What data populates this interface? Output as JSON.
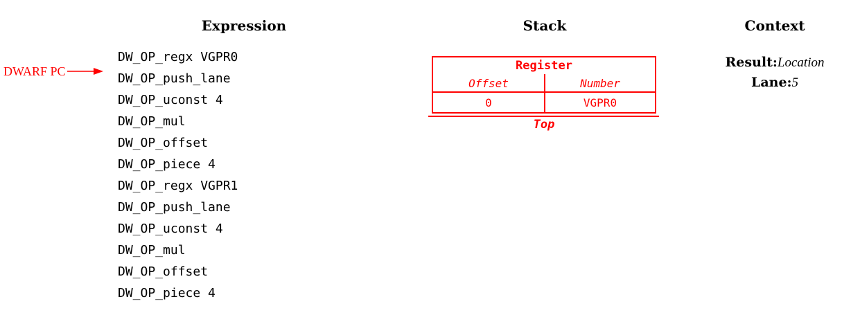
{
  "colors": {
    "accent": "#ff0000",
    "text": "#000000",
    "background": "#ffffff"
  },
  "columns": {
    "expression_title": "Expression",
    "stack_title": "Stack",
    "context_title": "Context"
  },
  "pc_marker": {
    "label": "DWARF PC"
  },
  "expression": {
    "items": [
      "DW_OP_regx VGPR0",
      "DW_OP_push_lane",
      "DW_OP_uconst 4",
      "DW_OP_mul",
      "DW_OP_offset",
      "DW_OP_piece 4",
      "DW_OP_regx VGPR1",
      "DW_OP_push_lane",
      "DW_OP_uconst 4",
      "DW_OP_mul",
      "DW_OP_offset",
      "DW_OP_piece 4"
    ]
  },
  "stack": {
    "entry": {
      "title": "Register",
      "columns": [
        "Offset",
        "Number"
      ],
      "values": [
        "0",
        "VGPR0"
      ]
    },
    "top_label": "Top"
  },
  "context": {
    "result_label": "Result:",
    "result_value": "Location",
    "lane_label": "Lane:",
    "lane_value": "5"
  }
}
